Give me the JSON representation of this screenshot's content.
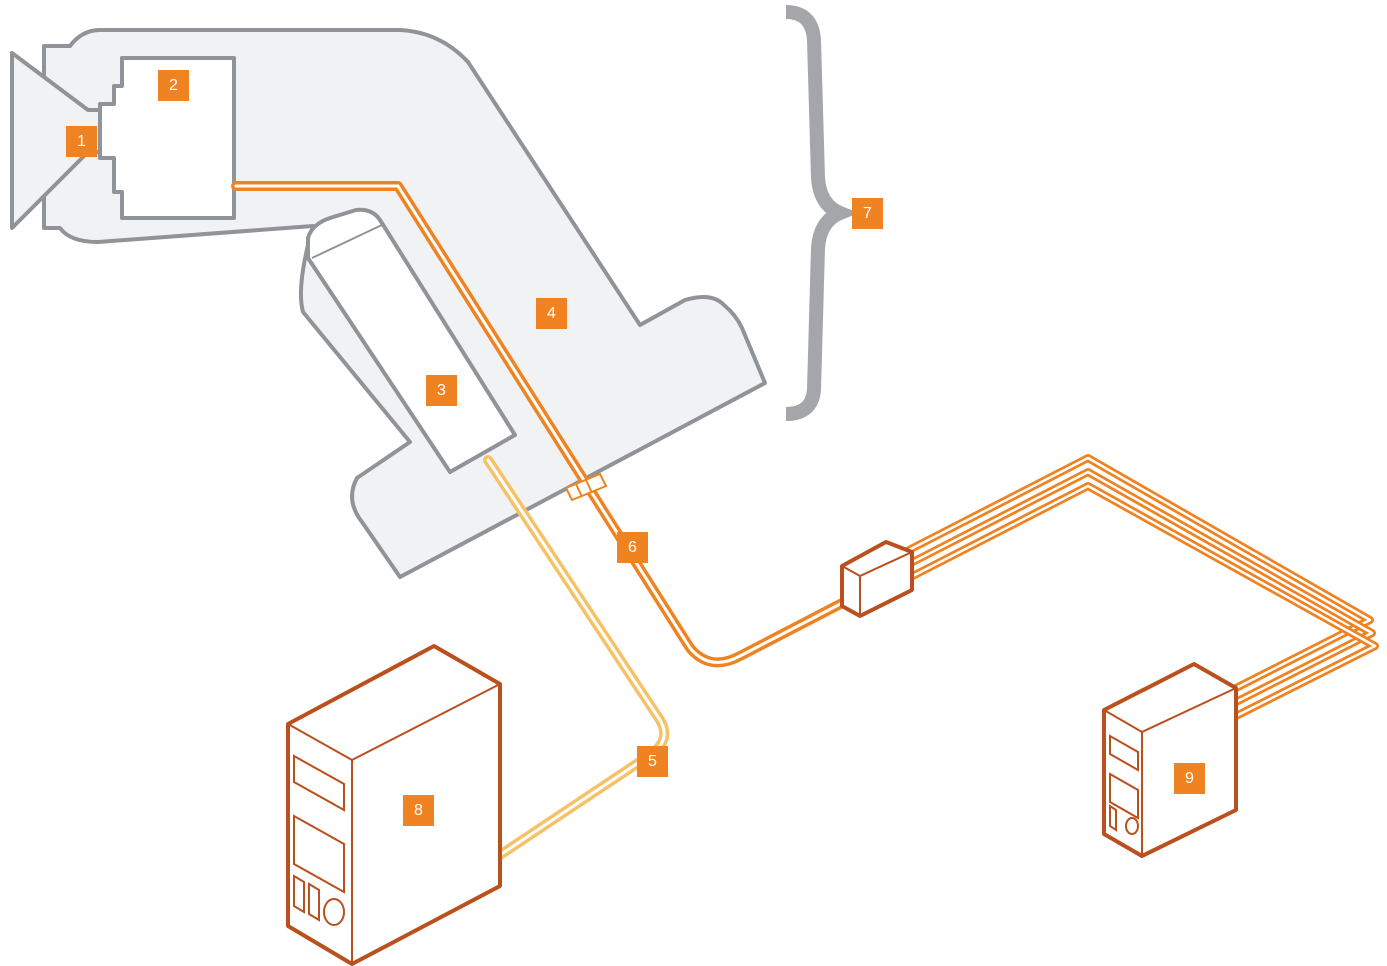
{
  "colors": {
    "accent": "#f08321",
    "light_cable": "#f5c266",
    "equipment": "#b9501e",
    "housing_fill": "#f1f2f4",
    "housing_stroke": "#909397"
  },
  "labels": {
    "l1": "1",
    "l2": "2",
    "l3": "3",
    "l4": "4",
    "l5": "5",
    "l6": "6",
    "l7": "7",
    "l8": "8",
    "l9": "9"
  }
}
